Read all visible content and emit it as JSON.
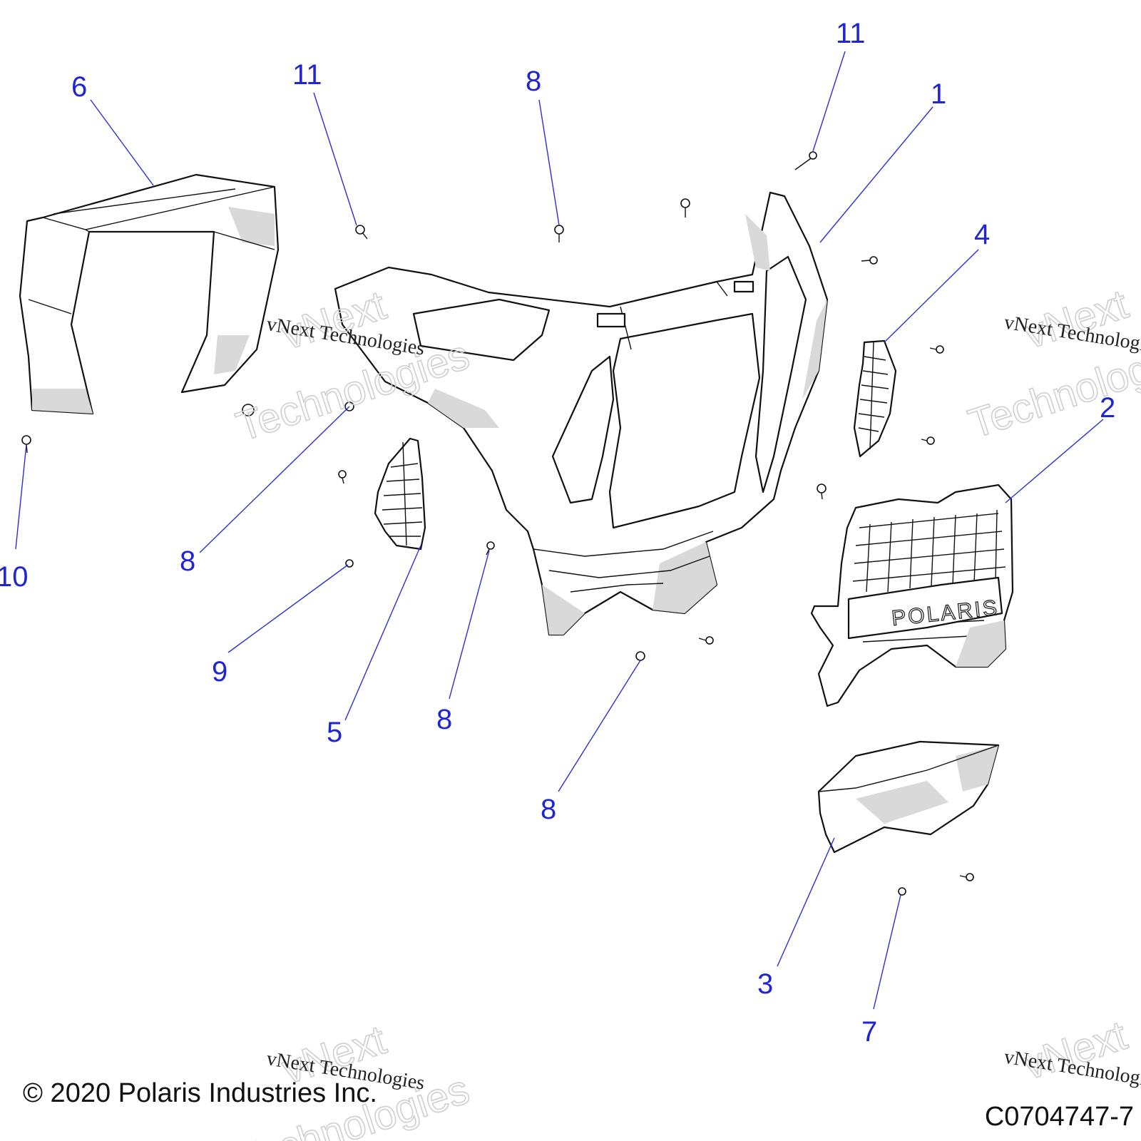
{
  "callouts": {
    "c1": "1",
    "c2": "2",
    "c3": "3",
    "c4": "4",
    "c5": "5",
    "c6": "6",
    "c7": "7",
    "c8a": "8",
    "c8b": "8",
    "c8c": "8",
    "c8d": "8",
    "c9": "9",
    "c10": "10",
    "c11a": "11",
    "c11b": "11"
  },
  "watermark": {
    "serif_text": "vNext Technologies",
    "outline_line1": "vNext",
    "outline_line2": "Technologies"
  },
  "grille_logo": "POLARIS",
  "footer": {
    "copyright": "© 2020 Polaris Industries Inc.",
    "diagram_code": "C0704747-7"
  },
  "colors": {
    "callout_blue": "#1f24d4",
    "line_black": "#111111",
    "shading_gray": "#d9d9d9"
  }
}
